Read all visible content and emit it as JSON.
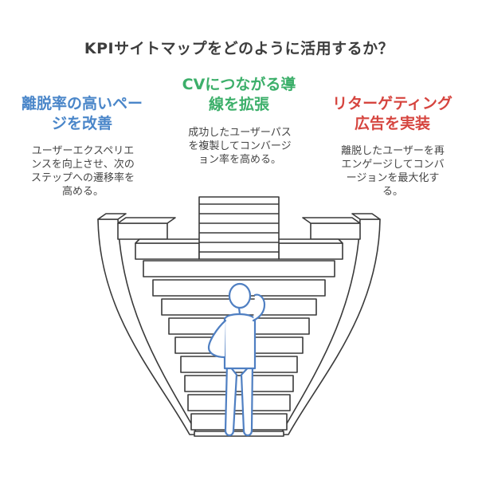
{
  "title": "KPIサイトマップをどのように活用するか？",
  "colors": {
    "left_heading": "#4a86c9",
    "mid_heading": "#3caf6a",
    "right_heading": "#d6453f",
    "outline": "#3a3a3a",
    "person": "#4f7fc2"
  },
  "sections": {
    "left": {
      "heading_l1": "離脱率の高いペー",
      "heading_l2": "ジを改善",
      "body_l1": "ユーザーエクスペリエ",
      "body_l2": "ンスを向上させ、次の",
      "body_l3": "ステップへの遷移率を",
      "body_l4": "高める。"
    },
    "middle": {
      "heading_l1": "CVにつながる導",
      "heading_l2": "線を拡張",
      "body_l1": "成功したユーザーパス",
      "body_l2": "を複製してコンバージ",
      "body_l3": "ョン率を高める。"
    },
    "right": {
      "heading_l1": "リターゲティング",
      "heading_l2": "広告を実装",
      "body_l1": "離脱したユーザーを再",
      "body_l2": "エンゲージしてコンバ",
      "body_l3": "ージョンを最大化す",
      "body_l4": "る。"
    }
  },
  "icons": {
    "figure": "person-thinking-icon",
    "structure": "staircase-funnel-icon"
  }
}
